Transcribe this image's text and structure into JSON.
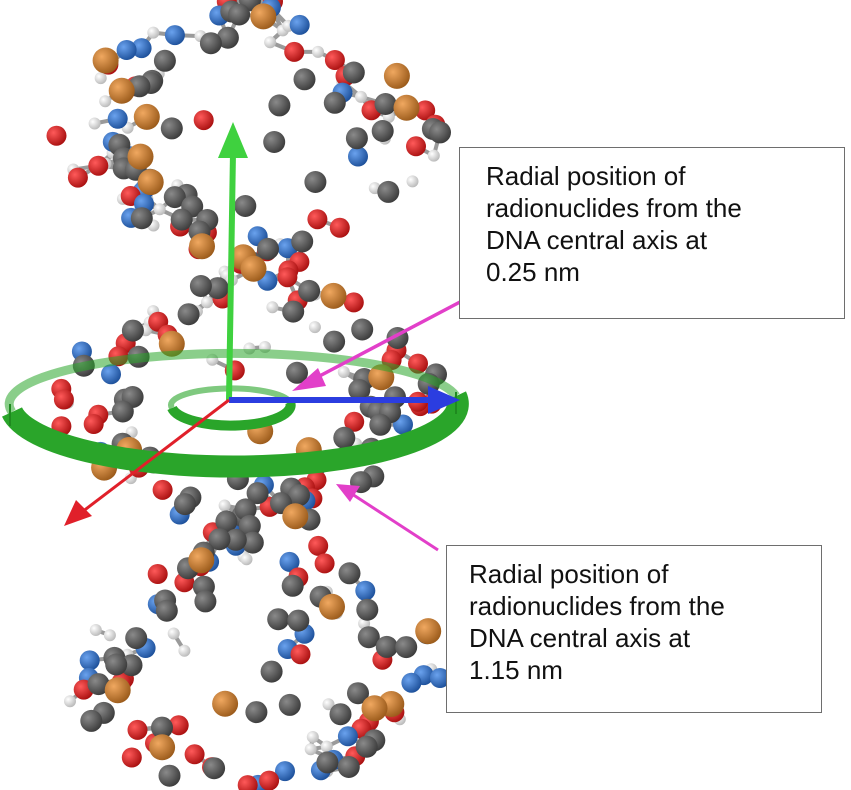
{
  "callouts": {
    "top": {
      "lines": [
        "Radial position of",
        "radionuclides from the",
        "DNA central axis at",
        "0.25 nm"
      ]
    },
    "bottom": {
      "lines": [
        "Radial position of",
        "radionuclides from the",
        "DNA central axis at",
        "1.15 nm"
      ]
    }
  },
  "colors": {
    "carbon": "#555555",
    "hydrogen": "#e6e6e6",
    "oxygen": "#d41a1a",
    "nitrogen": "#2f6fc4",
    "phosphorus": "#c47a2c",
    "z_axis": "#3fd13f",
    "y_axis": "#2b3de0",
    "x_axis": "#e0202a",
    "ring": "#2aa52a",
    "pointer": "#e23fc9"
  }
}
